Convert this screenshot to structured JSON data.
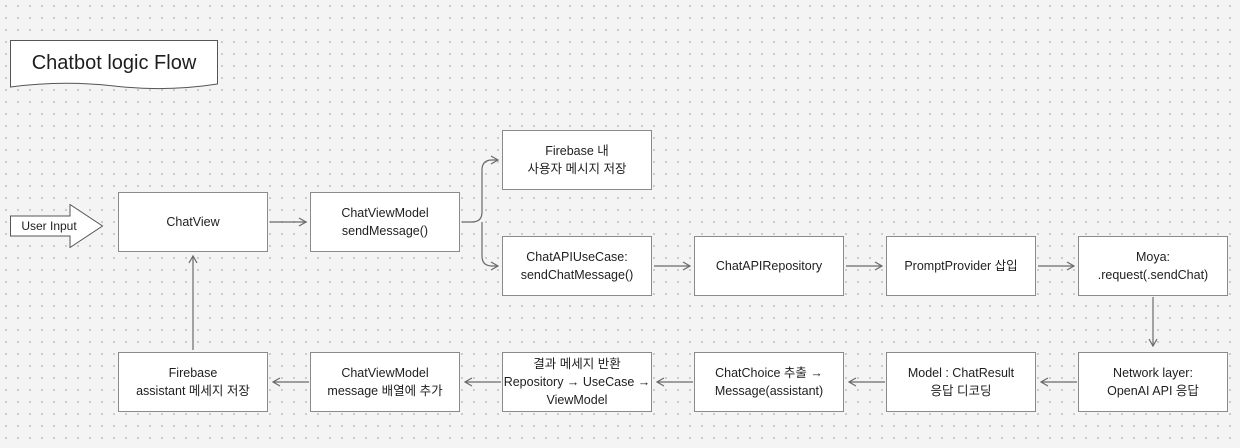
{
  "diagram": {
    "title": "Chatbot logic Flow",
    "input_label": "User Input",
    "nodes": {
      "chat_view": "ChatView",
      "chat_view_model_send": "ChatViewModel\nsendMessage()",
      "firebase_user_save": "Firebase 내\n사용자 메시지 저장",
      "chat_api_use_case": "ChatAPIUseCase:\nsendChatMessage()",
      "chat_api_repository": "ChatAPIRepository",
      "prompt_provider": "PromptProvider 삽입",
      "moya_request": "Moya:\n.request(.sendChat)",
      "network_layer": "Network layer:\nOpenAI API 응답",
      "model_chat_result": "Model : ChatResult\n응답 디코딩",
      "chat_choice": "ChatChoice 추출 →\nMessage(assistant)",
      "result_return": "결과 메세지 반환\nRepository → UseCase →\nViewModel",
      "chat_view_model_append": "ChatViewModel\nmessage 배열에 추가",
      "firebase_assistant_save": "Firebase\nassistant 메세지 저장"
    }
  }
}
